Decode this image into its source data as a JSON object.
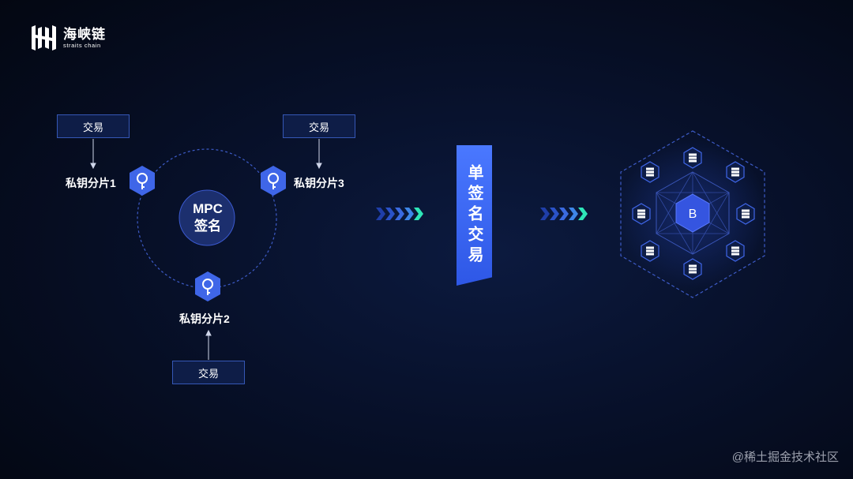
{
  "brand": {
    "name_cn": "海峡链",
    "name_en": "straits chain"
  },
  "mpc": {
    "transaction_label": "交易",
    "center_line1": "MPC",
    "center_line2": "签名",
    "shards": [
      "私钥分片1",
      "私钥分片2",
      "私钥分片3"
    ]
  },
  "single_signature_tx": "单签名交易",
  "network": {
    "center_label": "B"
  },
  "watermark": "@稀土掘金技术社区",
  "colors": {
    "accent_blue": "#3f66e8",
    "teal": "#2ee6b8",
    "dashed": "#3d5bc7"
  }
}
